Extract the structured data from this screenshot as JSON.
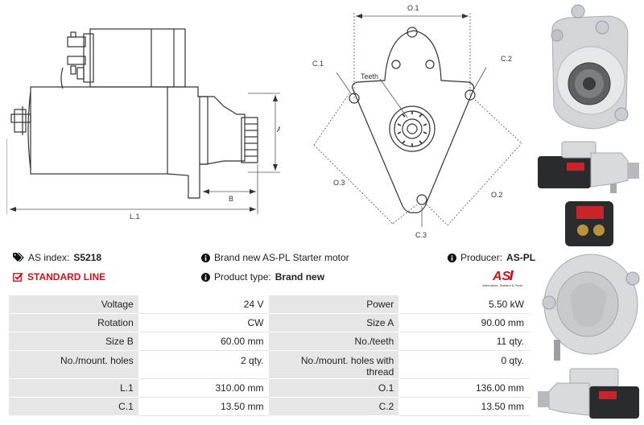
{
  "drawing": {
    "side_labels": {
      "a": "A",
      "b": "B",
      "l1": "L.1"
    },
    "front_labels": {
      "o1": "O.1",
      "o2": "O.2",
      "o3": "O.3",
      "c1": "C.1",
      "c2": "C.2",
      "c3": "C.3",
      "teeth": "Teeth"
    }
  },
  "info": {
    "as_index_label": "AS index:",
    "as_index_value": "S5218",
    "standard_line": "STANDARD LINE",
    "brand_new_text": "Brand new AS-PL Starter motor",
    "product_type_label": "Product type:",
    "product_type_value": "Brand new",
    "producer_label": "Producer:",
    "producer_value": "AS-PL"
  },
  "logo": {
    "mark": "AS",
    "tagline": "Alternators, Starters & Parts"
  },
  "specs": [
    {
      "l1": "Voltage",
      "v1": "24 V",
      "l2": "Power",
      "v2": "5.50 kW"
    },
    {
      "l1": "Rotation",
      "v1": "CW",
      "l2": "Size A",
      "v2": "90.00 mm"
    },
    {
      "l1": "Size B",
      "v1": "60.00 mm",
      "l2": "No./teeth",
      "v2": "11 qty."
    },
    {
      "l1": "No./mount. holes",
      "v1": "2 qty.",
      "l2": "No./mount. holes with thread",
      "v2": "0 qty."
    },
    {
      "l1": "L.1",
      "v1": "310.00 mm",
      "l2": "O.1",
      "v2": "136.00 mm"
    },
    {
      "l1": "C.1",
      "v1": "13.50 mm",
      "l2": "C.2",
      "v2": "13.50 mm"
    }
  ],
  "colors": {
    "accent_red": "#d0121a",
    "label_bg": "#e6e6e6"
  },
  "icons": [
    "tag-icon",
    "check-box-icon",
    "info-icon"
  ]
}
